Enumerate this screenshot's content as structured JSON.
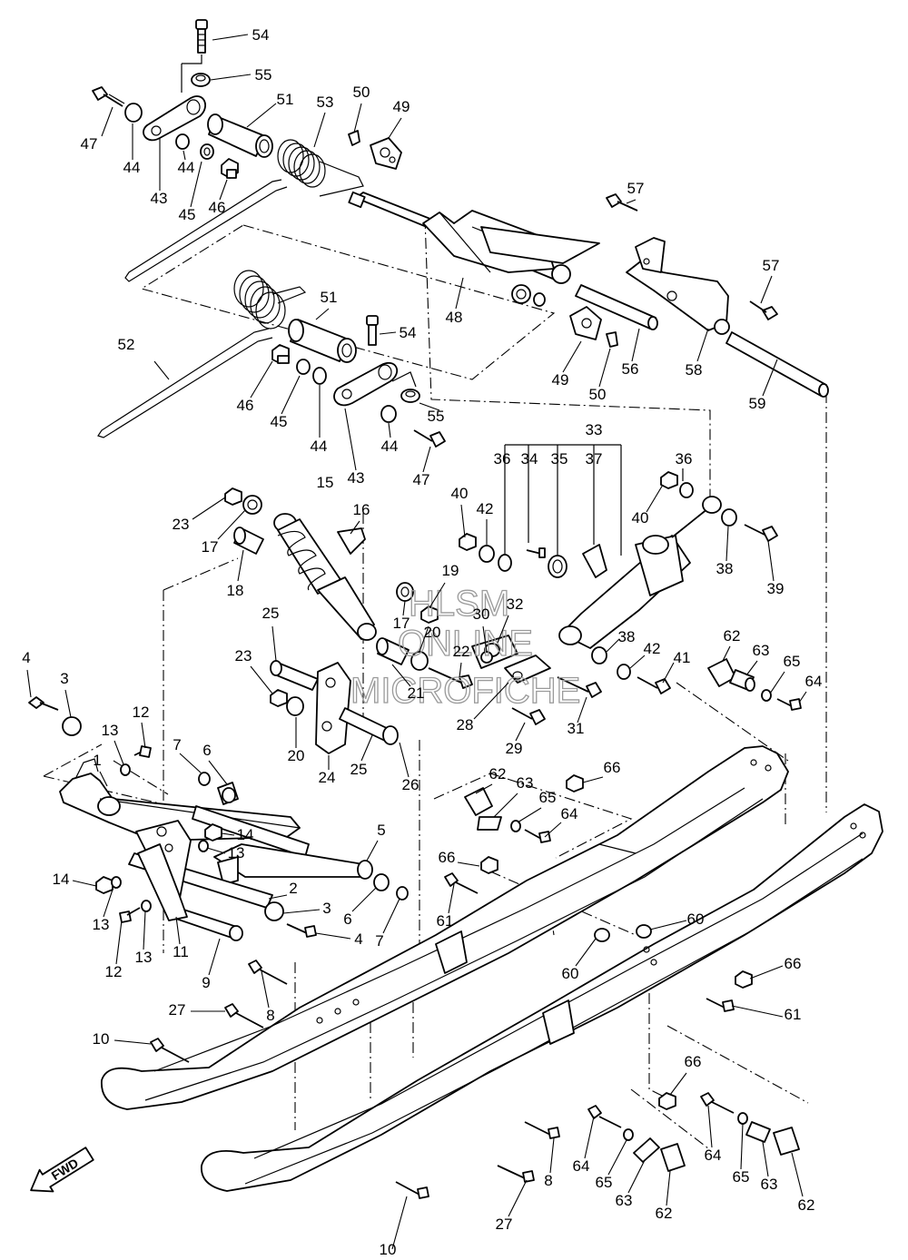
{
  "watermark": {
    "line1": "HLSM",
    "line2": "ONLINE",
    "line3": "MICROFICHE"
  },
  "fwd_label": "FWD",
  "callouts": [
    {
      "id": "c54a",
      "text": "54"
    },
    {
      "id": "c55a",
      "text": "55"
    },
    {
      "id": "c47a",
      "text": "47"
    },
    {
      "id": "c51a",
      "text": "51"
    },
    {
      "id": "c53",
      "text": "53"
    },
    {
      "id": "c50a",
      "text": "50"
    },
    {
      "id": "c49a",
      "text": "49"
    },
    {
      "id": "c44a",
      "text": "44"
    },
    {
      "id": "c44b",
      "text": "44"
    },
    {
      "id": "c43a",
      "text": "43"
    },
    {
      "id": "c45a",
      "text": "45"
    },
    {
      "id": "c46a",
      "text": "46"
    },
    {
      "id": "c57a",
      "text": "57"
    },
    {
      "id": "c57b",
      "text": "57"
    },
    {
      "id": "c51b",
      "text": "51"
    },
    {
      "id": "c54b",
      "text": "54"
    },
    {
      "id": "c52",
      "text": "52"
    },
    {
      "id": "c48",
      "text": "48"
    },
    {
      "id": "c49b",
      "text": "49"
    },
    {
      "id": "c50b",
      "text": "50"
    },
    {
      "id": "c56",
      "text": "56"
    },
    {
      "id": "c58",
      "text": "58"
    },
    {
      "id": "c59",
      "text": "59"
    },
    {
      "id": "c46b",
      "text": "46"
    },
    {
      "id": "c45b",
      "text": "45"
    },
    {
      "id": "c44c",
      "text": "44"
    },
    {
      "id": "c44d",
      "text": "44"
    },
    {
      "id": "c55b",
      "text": "55"
    },
    {
      "id": "c47b",
      "text": "47"
    },
    {
      "id": "c43b",
      "text": "43"
    },
    {
      "id": "c33",
      "text": "33"
    },
    {
      "id": "c36a",
      "text": "36"
    },
    {
      "id": "c34",
      "text": "34"
    },
    {
      "id": "c35",
      "text": "35"
    },
    {
      "id": "c37",
      "text": "37"
    },
    {
      "id": "c36b",
      "text": "36"
    },
    {
      "id": "c15",
      "text": "15"
    },
    {
      "id": "c16",
      "text": "16"
    },
    {
      "id": "c23a",
      "text": "23"
    },
    {
      "id": "c17a",
      "text": "17"
    },
    {
      "id": "c18",
      "text": "18"
    },
    {
      "id": "c40a",
      "text": "40"
    },
    {
      "id": "c42a",
      "text": "42"
    },
    {
      "id": "c40b",
      "text": "40"
    },
    {
      "id": "c38a",
      "text": "38"
    },
    {
      "id": "c39",
      "text": "39"
    },
    {
      "id": "c19",
      "text": "19"
    },
    {
      "id": "c32",
      "text": "32"
    },
    {
      "id": "c17b",
      "text": "17"
    },
    {
      "id": "c20a",
      "text": "20"
    },
    {
      "id": "c30",
      "text": "30"
    },
    {
      "id": "c25a",
      "text": "25"
    },
    {
      "id": "c22",
      "text": "22"
    },
    {
      "id": "c21",
      "text": "21"
    },
    {
      "id": "c38b",
      "text": "38"
    },
    {
      "id": "c42b",
      "text": "42"
    },
    {
      "id": "c41",
      "text": "41"
    },
    {
      "id": "c62a",
      "text": "62"
    },
    {
      "id": "c63a",
      "text": "63"
    },
    {
      "id": "c65a",
      "text": "65"
    },
    {
      "id": "c64a",
      "text": "64"
    },
    {
      "id": "c23b",
      "text": "23"
    },
    {
      "id": "c28",
      "text": "28"
    },
    {
      "id": "c31",
      "text": "31"
    },
    {
      "id": "c29",
      "text": "29"
    },
    {
      "id": "c20b",
      "text": "20"
    },
    {
      "id": "c24",
      "text": "24"
    },
    {
      "id": "c25b",
      "text": "25"
    },
    {
      "id": "c26",
      "text": "26"
    },
    {
      "id": "c4a",
      "text": "4"
    },
    {
      "id": "c3a",
      "text": "3"
    },
    {
      "id": "c12a",
      "text": "12"
    },
    {
      "id": "c13a",
      "text": "13"
    },
    {
      "id": "c7a",
      "text": "7"
    },
    {
      "id": "c6a",
      "text": "6"
    },
    {
      "id": "c1",
      "text": "1"
    },
    {
      "id": "c14a",
      "text": "14"
    },
    {
      "id": "c13b",
      "text": "13"
    },
    {
      "id": "c5",
      "text": "5"
    },
    {
      "id": "c62b",
      "text": "62"
    },
    {
      "id": "c63b",
      "text": "63"
    },
    {
      "id": "c65b",
      "text": "65"
    },
    {
      "id": "c64b",
      "text": "64"
    },
    {
      "id": "c66a",
      "text": "66"
    },
    {
      "id": "c66b",
      "text": "66"
    },
    {
      "id": "c61a",
      "text": "61"
    },
    {
      "id": "c14b",
      "text": "14"
    },
    {
      "id": "c13c",
      "text": "13"
    },
    {
      "id": "c2",
      "text": "2"
    },
    {
      "id": "c3b",
      "text": "3"
    },
    {
      "id": "c6b",
      "text": "6"
    },
    {
      "id": "c4b",
      "text": "4"
    },
    {
      "id": "c7b",
      "text": "7"
    },
    {
      "id": "c12b",
      "text": "12"
    },
    {
      "id": "c13d",
      "text": "13"
    },
    {
      "id": "c11",
      "text": "11"
    },
    {
      "id": "c9",
      "text": "9"
    },
    {
      "id": "c60a",
      "text": "60"
    },
    {
      "id": "c60b",
      "text": "60"
    },
    {
      "id": "c66c",
      "text": "66"
    },
    {
      "id": "c8a",
      "text": "8"
    },
    {
      "id": "c27a",
      "text": "27"
    },
    {
      "id": "c61b",
      "text": "61"
    },
    {
      "id": "c10a",
      "text": "10"
    },
    {
      "id": "c66d",
      "text": "66"
    },
    {
      "id": "c64c",
      "text": "64"
    },
    {
      "id": "c64d",
      "text": "64"
    },
    {
      "id": "c65c",
      "text": "65"
    },
    {
      "id": "c63c",
      "text": "63"
    },
    {
      "id": "c62c",
      "text": "62"
    },
    {
      "id": "c8b",
      "text": "8"
    },
    {
      "id": "c65d",
      "text": "65"
    },
    {
      "id": "c63d",
      "text": "63"
    },
    {
      "id": "c62d",
      "text": "62"
    },
    {
      "id": "c27b",
      "text": "27"
    },
    {
      "id": "c10b",
      "text": "10"
    }
  ]
}
